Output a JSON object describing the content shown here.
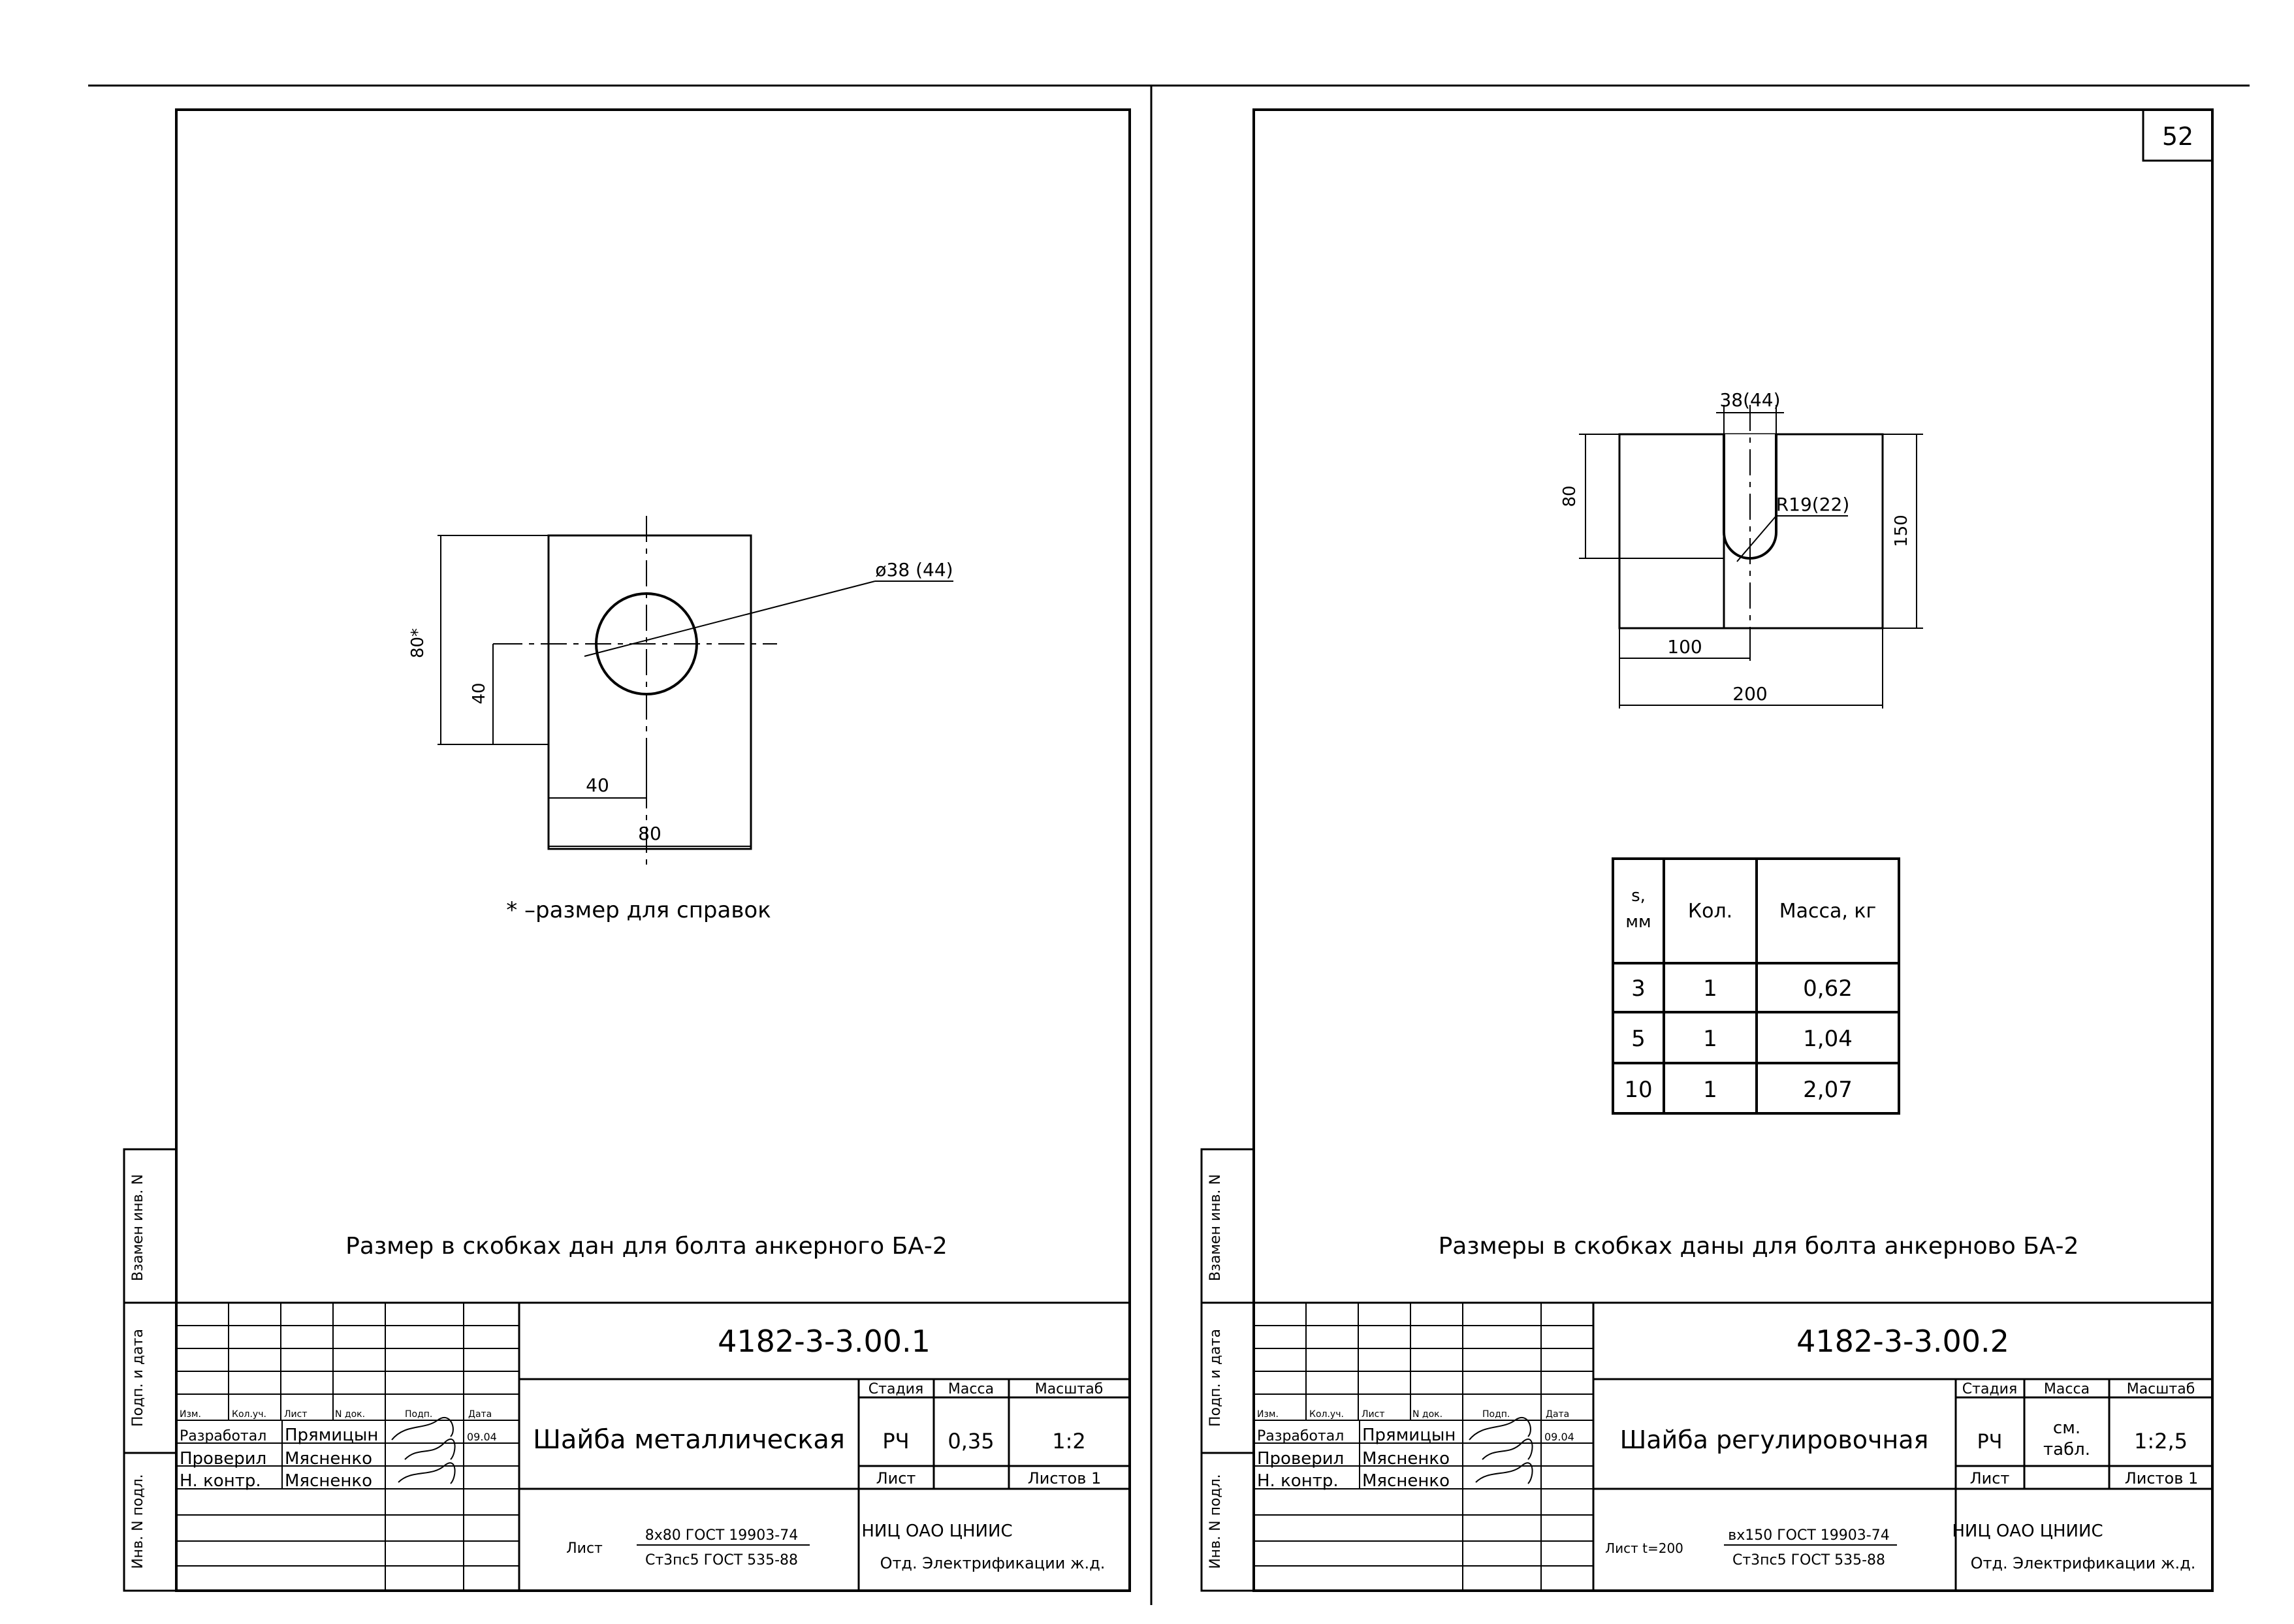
{
  "left": {
    "ref_note": "* –размер для справок",
    "dims": {
      "d80star": "80*",
      "d40v": "40",
      "d40h": "40",
      "d80h": "80",
      "hole": "ø38 (44)"
    },
    "footnote": "Размер в скобках дан для болта анкерного БА-2",
    "code": "4182-3-3.00.1",
    "title": "Шайба металлическая",
    "stage": "РЧ",
    "mass": "0,35",
    "scale": "1:2",
    "sheets": "Листов 1",
    "sheet_label": "Лист",
    "material_prefix": "Лист",
    "material_top": "8х80 ГОСТ 19903-74",
    "material_bottom": "Ст3пс5 ГОСТ 535-88",
    "date": "09.04"
  },
  "right": {
    "page_number": "52",
    "dims": {
      "slot": "38(44)",
      "d80": "80",
      "radius": "R19(22)",
      "d150": "150",
      "d100": "100",
      "d200": "200"
    },
    "table": {
      "headers": [
        "s,\nмм",
        "Кол.",
        "Масса, кг"
      ],
      "header_s_top": "s,",
      "header_s_bottom": "мм",
      "header_qty": "Кол.",
      "header_mass": "Масса, кг",
      "rows": [
        {
          "s": "3",
          "qty": "1",
          "mass": "0,62"
        },
        {
          "s": "5",
          "qty": "1",
          "mass": "1,04"
        },
        {
          "s": "10",
          "qty": "1",
          "mass": "2,07"
        }
      ]
    },
    "footnote": "Размеры в скобках даны для болта анкерново БА-2",
    "code": "4182-3-3.00.2",
    "title": "Шайба регулировочная",
    "stage": "РЧ",
    "mass_top": "см.",
    "mass_bottom": "табл.",
    "scale": "1:2,5",
    "sheets": "Листов 1",
    "sheet_label": "Лист",
    "material_prefix": "Лист t=200",
    "material_top": "вх150 ГОСТ 19903-74",
    "material_bottom": "Ст3пс5 ГОСТ 535-88",
    "date": "09.04"
  },
  "common": {
    "stage_h": "Стадия",
    "mass_h": "Масса",
    "scale_h": "Масштаб",
    "col_izm": "Изм.",
    "col_kol": "Кол.уч.",
    "col_list": "Лист",
    "col_ndok": "N док.",
    "col_podp": "Подп.",
    "col_data": "Дата",
    "row_razr": "Разработал",
    "row_prov": "Проверил",
    "row_nk": "Н. контр.",
    "name_1": "Прямицын",
    "name_2": "Мясненко",
    "name_3": "Мясненко",
    "org_top": "ОАО ЦНИИС",
    "org_prefix": "НИЦ",
    "org_bottom": "Отд. Электрификации ж.д.",
    "side_1": "Взамен инв. N",
    "side_2": "Подп. и дата",
    "side_3": "Инв. N подл."
  }
}
